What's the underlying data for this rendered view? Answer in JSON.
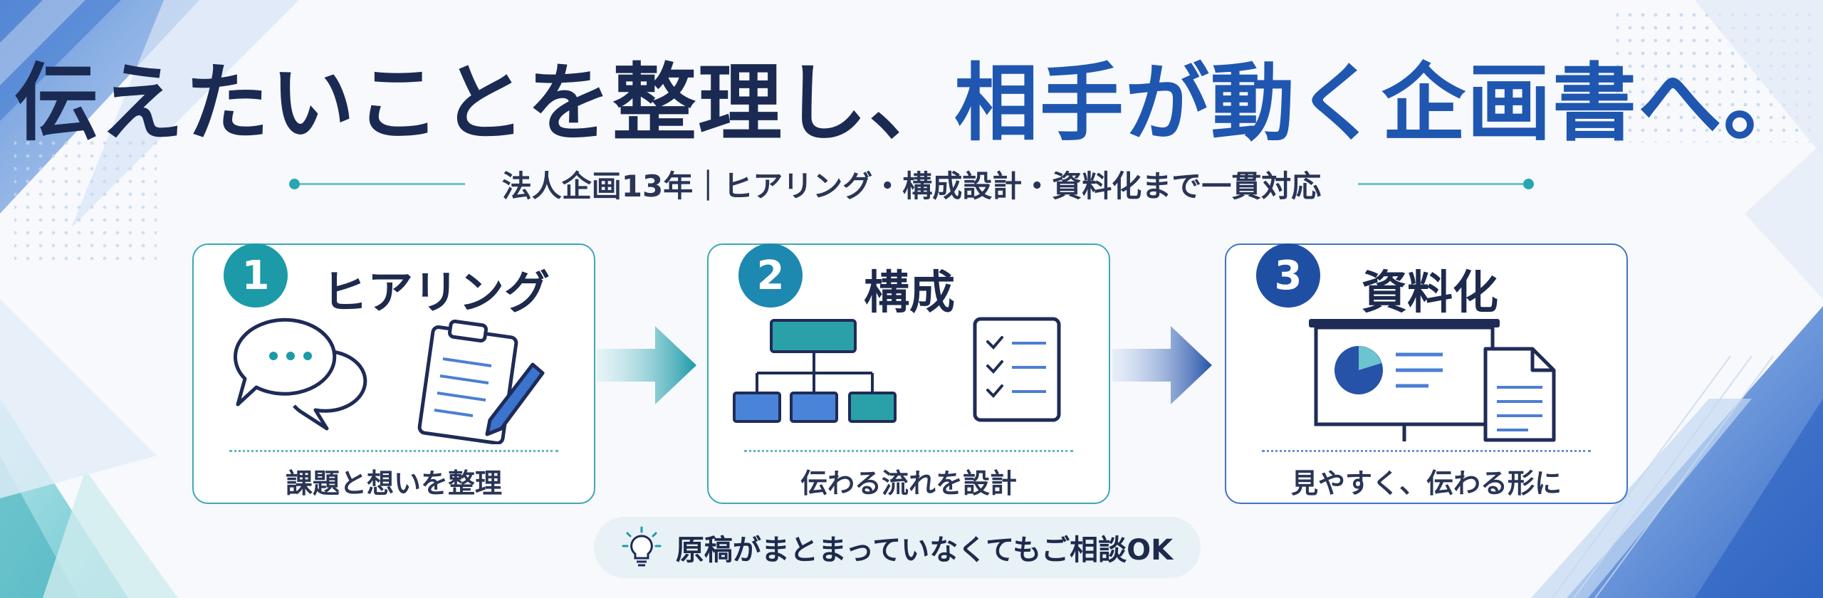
{
  "headline": {
    "part1": "伝えたいことを整理し、",
    "part2": "相手が動く企画書へ。"
  },
  "subline": "法人企画13年｜ヒアリング・構成設計・資料化まで一貫対応",
  "steps": [
    {
      "number": "1",
      "title": "ヒアリング",
      "caption": "課題と想いを整理",
      "icons": [
        "speech-bubbles-icon",
        "clipboard-pen-icon"
      ]
    },
    {
      "number": "2",
      "title": "構成",
      "caption": "伝わる流れを設計",
      "icons": [
        "org-chart-icon",
        "checklist-icon"
      ]
    },
    {
      "number": "3",
      "title": "資料化",
      "caption": "見やすく、伝わる形に",
      "icons": [
        "presentation-board-icon",
        "document-icon"
      ]
    }
  ],
  "note": {
    "text": "原稿がまとまっていなくてもご相談OK",
    "icon": "lightbulb-icon"
  },
  "colors": {
    "navy": "#1a2a52",
    "accent_blue": "#1f56b0",
    "teal": "#1d9aa8",
    "blue": "#2653a8",
    "note_bg": "#e8f1f5"
  }
}
